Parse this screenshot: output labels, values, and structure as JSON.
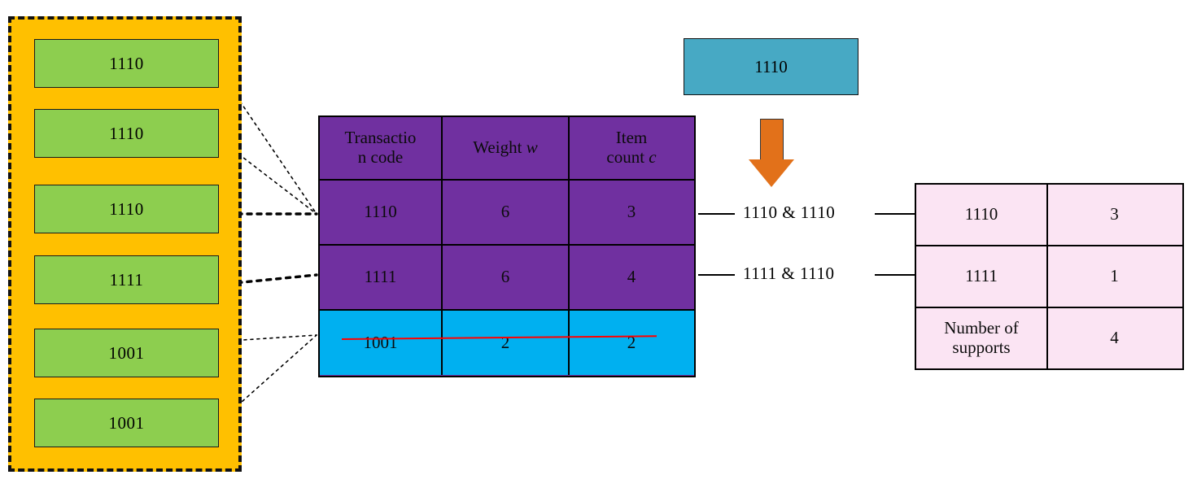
{
  "diagram": {
    "title": "Weighted transaction-code table matching diagram"
  },
  "transaction_list": {
    "name": "transaction-database",
    "items": [
      {
        "code": "1110"
      },
      {
        "code": "1110"
      },
      {
        "code": "1110"
      },
      {
        "code": "1111"
      },
      {
        "code": "1001"
      },
      {
        "code": "1001"
      }
    ]
  },
  "main_table": {
    "headers": [
      {
        "text": "Transactio n code",
        "line1": "Transactio",
        "line2": "n code"
      },
      {
        "text": "Weight w",
        "plain": "Weight",
        "var": "w"
      },
      {
        "text": "Item count c",
        "line1": "Item",
        "line2": "count",
        "var": "c"
      }
    ],
    "rows": [
      {
        "code": "1110",
        "weight": "6",
        "count": "3",
        "state": "active"
      },
      {
        "code": "1111",
        "weight": "6",
        "count": "4",
        "state": "active"
      },
      {
        "code": "1001",
        "weight": "2",
        "count": "2",
        "state": "struck"
      }
    ]
  },
  "query": {
    "label": "1110",
    "arrow": "down-arrow"
  },
  "and_expressions": [
    {
      "text": "1110 & 1110"
    },
    {
      "text": "1111 & 1110"
    }
  ],
  "result_table": {
    "rows": [
      {
        "label": "1110",
        "value": "3"
      },
      {
        "label": "1111",
        "value": "1"
      },
      {
        "label": "Number of supports",
        "label_line1": "Number of",
        "label_line2": "supports",
        "value": "4"
      }
    ]
  },
  "colors": {
    "container_fill": "#FFC000",
    "item_fill": "#8DCE4F",
    "table_fill": "#7030A0",
    "struck_row_fill": "#00B0F0",
    "query_fill": "#47A9C4",
    "arrow_fill": "#E2711A",
    "result_fill": "#FBE4F3",
    "strike_color": "#FF0000",
    "stroke": "#000000"
  }
}
